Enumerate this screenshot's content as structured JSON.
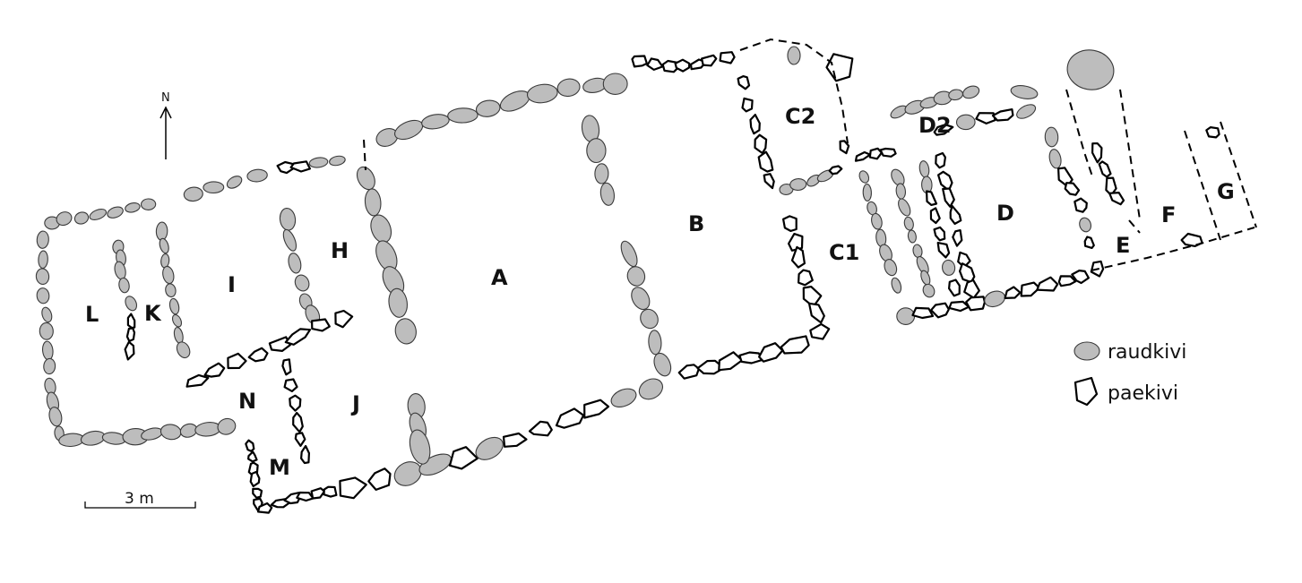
{
  "map": {
    "rooms": [
      {
        "id": "A",
        "label": "A"
      },
      {
        "id": "B",
        "label": "B"
      },
      {
        "id": "C1",
        "label": "C1"
      },
      {
        "id": "C2",
        "label": "C2"
      },
      {
        "id": "D",
        "label": "D"
      },
      {
        "id": "D2",
        "label": "D2"
      },
      {
        "id": "E",
        "label": "E"
      },
      {
        "id": "F",
        "label": "F"
      },
      {
        "id": "G",
        "label": "G"
      },
      {
        "id": "H",
        "label": "H"
      },
      {
        "id": "I",
        "label": "I"
      },
      {
        "id": "J",
        "label": "J"
      },
      {
        "id": "K",
        "label": "K"
      },
      {
        "id": "L",
        "label": "L"
      },
      {
        "id": "M",
        "label": "M"
      },
      {
        "id": "N",
        "label": "N"
      }
    ],
    "north_label": "N",
    "scale_label": "3 m",
    "legend": [
      {
        "label": "raudkivi",
        "symbol": "granite"
      },
      {
        "label": "paekivi",
        "symbol": "limestone"
      }
    ],
    "colors": {
      "raudkivi_fill": "#bdbdbd",
      "paekivi_fill": "#ffffff",
      "outline": "#000000"
    }
  }
}
